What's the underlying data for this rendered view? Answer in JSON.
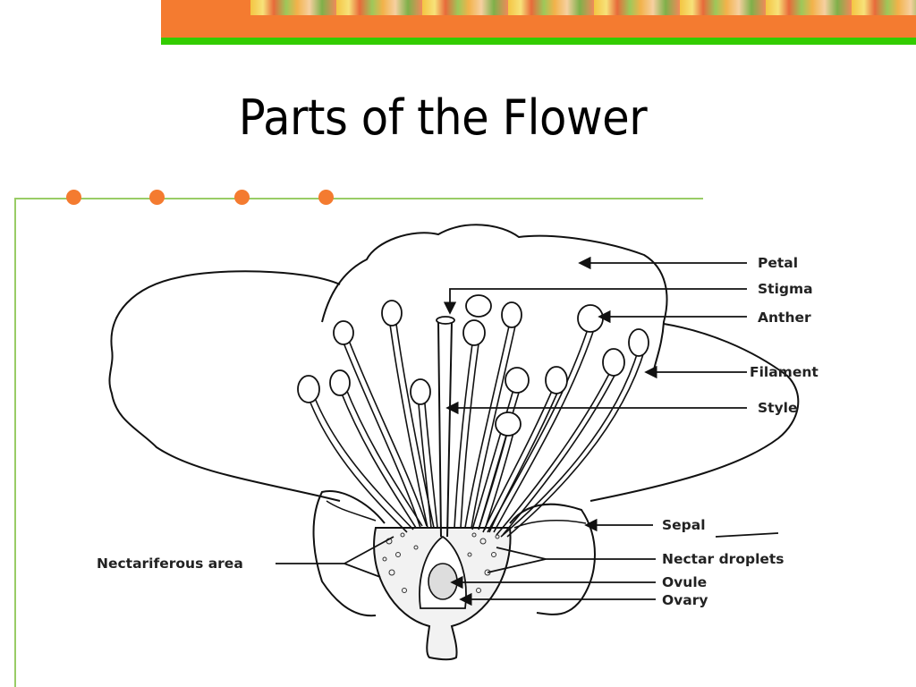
{
  "slide": {
    "title": "Parts of the Flower"
  },
  "diagram": {
    "labels": {
      "petal": "Petal",
      "stigma": "Stigma",
      "anther": "Anther",
      "filament": "Filament",
      "style": "Style",
      "sepal": "Sepal",
      "nectar_droplets": "Nectar droplets",
      "ovule": "Ovule",
      "ovary": "Ovary",
      "nectariferous_area": "Nectariferous area"
    }
  },
  "colors": {
    "banner_orange": "#f47b30",
    "banner_green": "#33cc00",
    "frame_line": "#99cc66",
    "bullet_dot": "#f47b30"
  }
}
